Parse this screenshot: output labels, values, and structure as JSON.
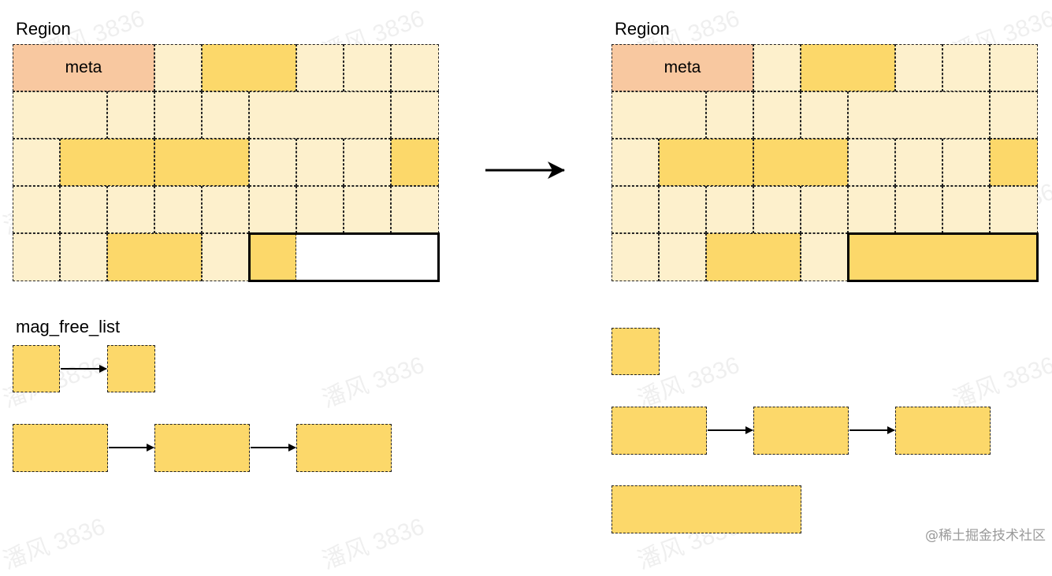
{
  "left": {
    "region_title": "Region",
    "meta_label": "meta",
    "free_list_title": "mag_free_list"
  },
  "right": {
    "region_title": "Region",
    "meta_label": "meta"
  },
  "watermark_text": "潘风 3836",
  "credit_text": "@稀土掘金技术社区",
  "colors": {
    "light_block": "#FDF0CC",
    "used_block": "#FCD86A",
    "meta_block": "#F8C8A0",
    "free_block": "#FFFFFF",
    "border": "#222222"
  }
}
